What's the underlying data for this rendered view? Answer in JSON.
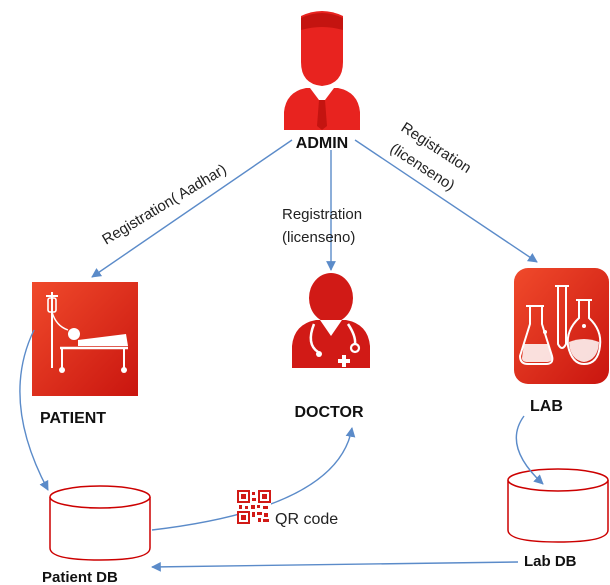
{
  "nodes": {
    "admin": {
      "label": "ADMIN",
      "icon": "admin-user-icon"
    },
    "doctor": {
      "label": "DOCTOR",
      "icon": "doctor-icon"
    },
    "patient": {
      "label": "PATIENT",
      "icon": "hospital-bed-icon"
    },
    "lab": {
      "label": "LAB",
      "icon": "lab-flasks-icon"
    },
    "patient_db": {
      "label": "Patient DB",
      "icon": "database-cylinder-icon"
    },
    "lab_db": {
      "label": "Lab DB",
      "icon": "database-cylinder-icon"
    }
  },
  "edges": {
    "admin_patient": "Registration( Aadhar)",
    "admin_doctor_line1": "Registration",
    "admin_doctor_line2": "(licenseno)",
    "admin_lab_line1": "Registration",
    "admin_lab_line2": "(licenseno)",
    "qr_code": "QR code"
  },
  "colors": {
    "icon_red": "#e8231f",
    "icon_dark_red": "#c41410",
    "arrow_blue": "#5b8bc9",
    "db_outline": "#cc0000"
  }
}
